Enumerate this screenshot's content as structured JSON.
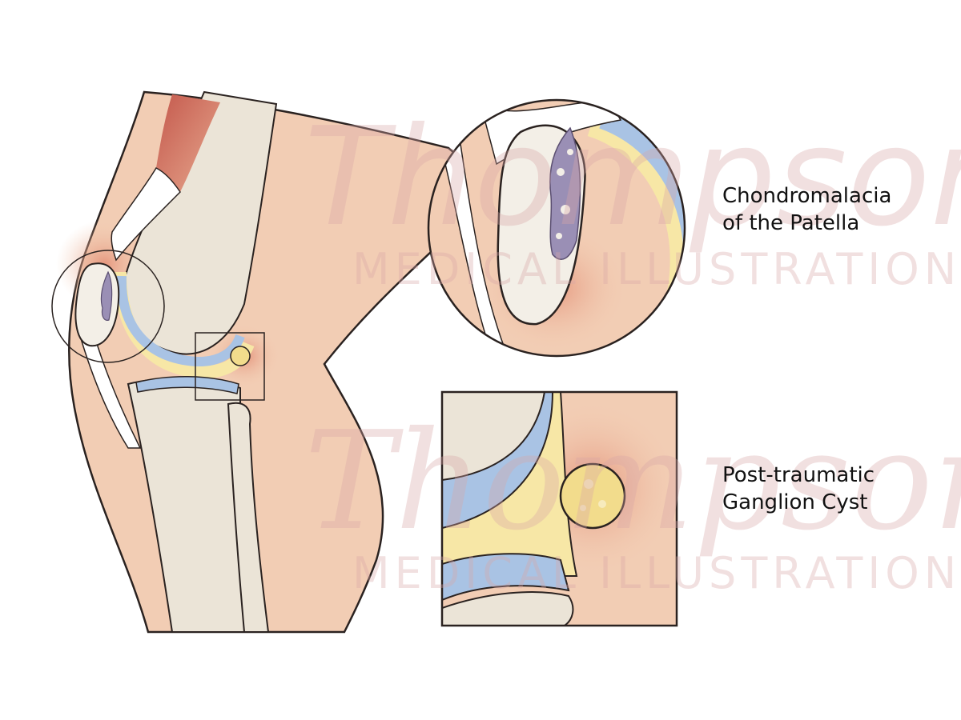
{
  "labels": {
    "chondromalacia_line1": "Chondromalacia",
    "chondromalacia_line2": "of the Patella",
    "cyst_line1": "Post-traumatic",
    "cyst_line2": "Ganglion Cyst"
  },
  "watermark": {
    "name": "Thompson",
    "subtitle": "MEDICAL ILLUSTRATION"
  },
  "colors": {
    "skin": "#f2cdb4",
    "bone": "#ebe4d7",
    "cartilage": "#a9c3e4",
    "synovium": "#f7e7a6",
    "muscle": "#c4584c",
    "inflammation": "#e59a80",
    "outline": "#2a2220",
    "watermark": "#d9a7a7"
  }
}
